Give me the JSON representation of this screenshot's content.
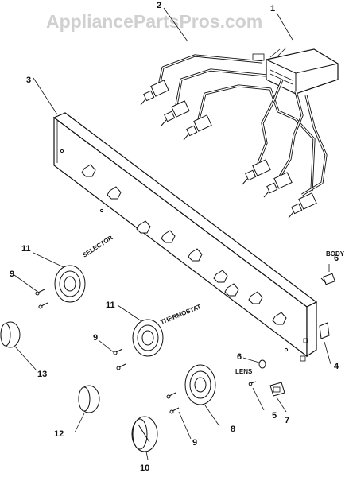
{
  "watermark": "AppliancePartsPros.com",
  "callouts": {
    "c1": "1",
    "c2": "2",
    "c3": "3",
    "c4": "4",
    "c5": "5",
    "c6a": "6",
    "c6b": "6",
    "c7": "7",
    "c8": "8",
    "c9a": "9",
    "c9b": "9",
    "c9c": "9",
    "c10": "10",
    "c11a": "11",
    "c11b": "11",
    "c12": "12",
    "c13": "13"
  },
  "labels": {
    "selector": "SELECTOR",
    "thermostat": "THERMOSTAT",
    "body": "BODY",
    "lens": "LENS"
  }
}
